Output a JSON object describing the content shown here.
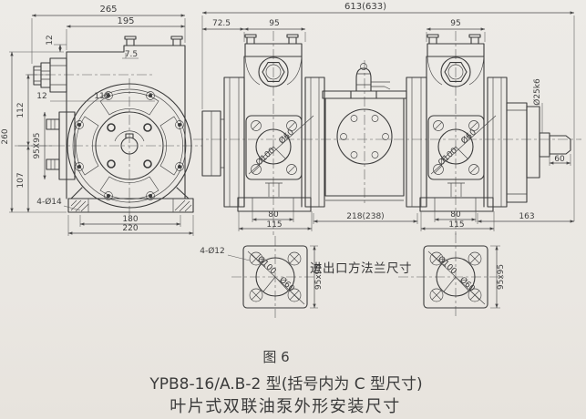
{
  "caption": {
    "figure": "图 6",
    "title": "YPB8-16/A.B-2 型(括号内为 C 型尺寸)",
    "subtitle": "叶片式双联油泵外形安装尺寸"
  },
  "front_view": {
    "overall_width": "265",
    "body_width": "195",
    "top_offset": "12",
    "step": "7.5",
    "plate_thickness": "12",
    "bolt_circle": "110",
    "upper_height": "112",
    "overall_height": "260",
    "side_port_size": "95X95",
    "lower_height": "107",
    "foot_holes": "4-Ø14",
    "foot_hole_span": "180",
    "base_width": "220"
  },
  "side_view": {
    "overall_length": "613(633)",
    "rear_overhang": "72.5",
    "pump1_width": "95",
    "pump2_width": "95",
    "port1_outer_dia": "Ø100",
    "port1_inner_dia": "Ø60",
    "port2_outer_dia": "Ø100",
    "port2_inner_dia": "Ø60",
    "shaft_dia": "Ø25k6",
    "shaft_length": "60",
    "pump1_foot_span": "80",
    "pump1_base_width": "115",
    "pump_spacing": "218(238)",
    "pump2_foot_span": "80",
    "pump2_base_width": "115",
    "drive_end_length": "163"
  },
  "flange_detail": {
    "note": "进出口方法兰尺寸",
    "bolt_holes": "4-Ø12",
    "left": {
      "outer_dia": "Ø100",
      "inner_dia": "Ø60",
      "size": "95x95"
    },
    "right": {
      "outer_dia": "Ø100",
      "inner_dia": "Ø60",
      "size": "95x95"
    }
  },
  "colors": {
    "paper": "#eae7e2",
    "ink": "#3a3a3a",
    "dim_text": "#3e3e3e"
  }
}
